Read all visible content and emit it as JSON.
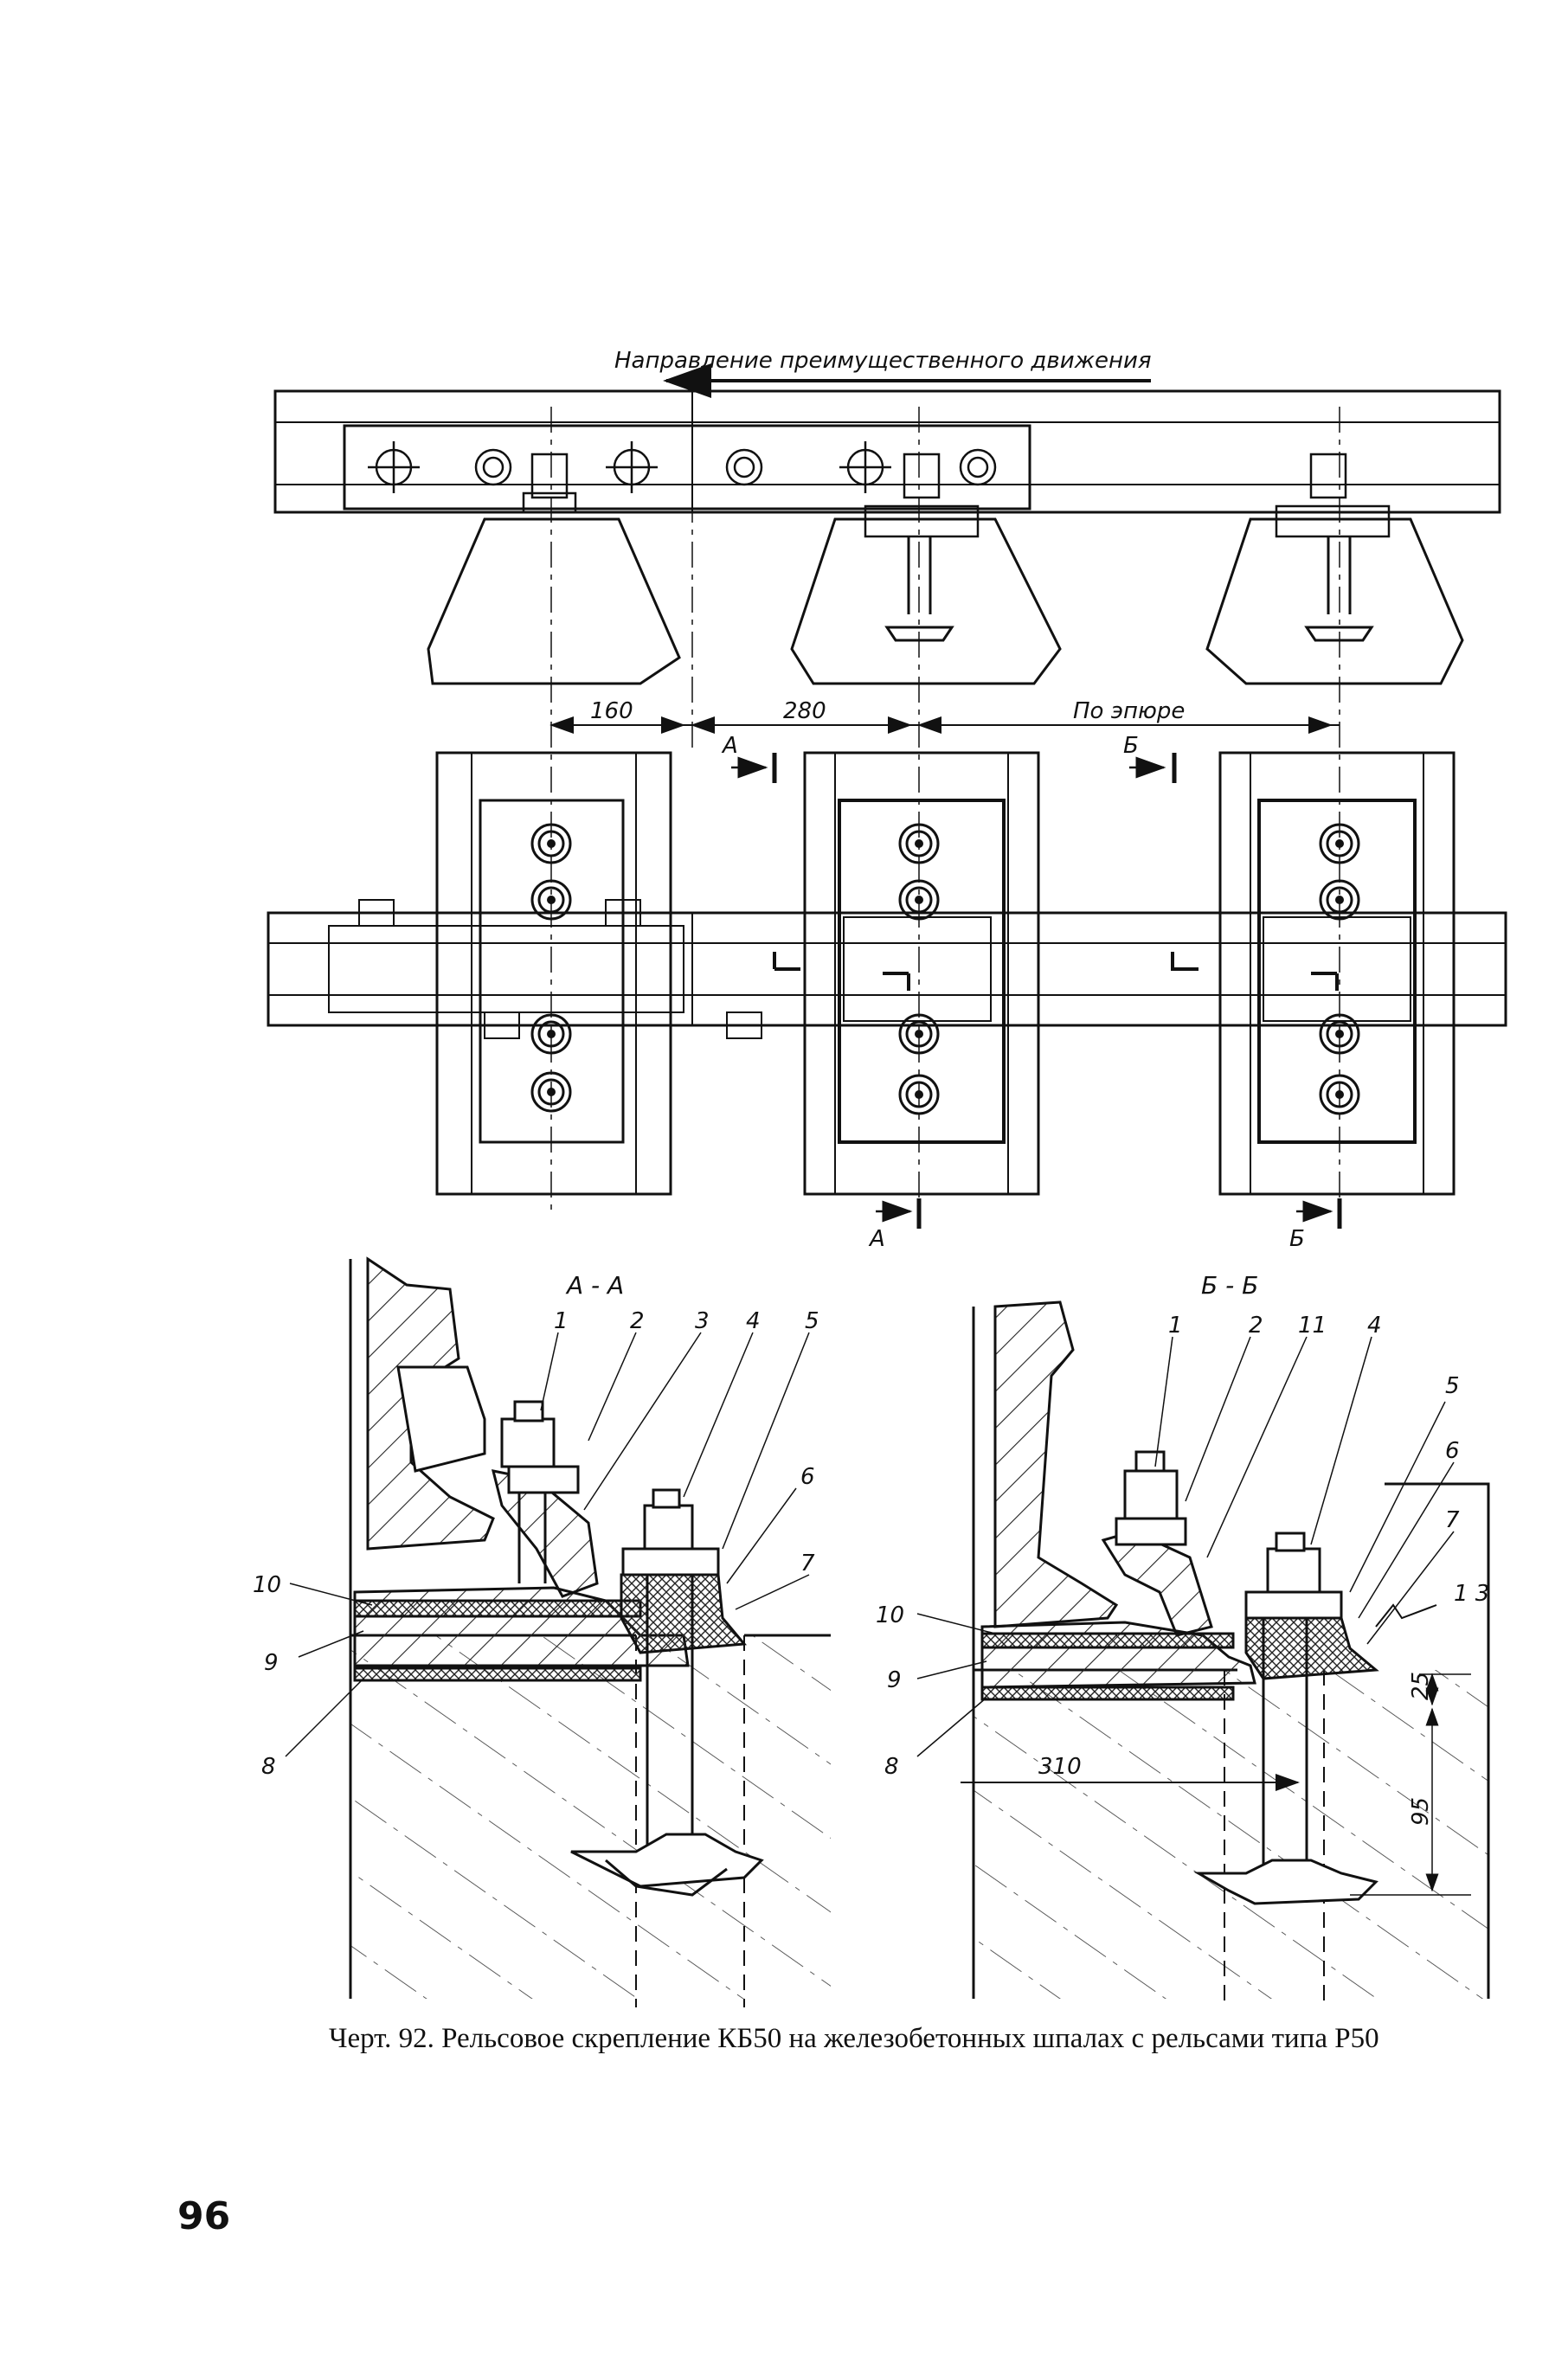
{
  "direction_label": "Направление преимущественного движения",
  "dimensions": {
    "d160": "160",
    "d280": "280",
    "epure": "По эпюре",
    "d310": "310",
    "d25": "25",
    "d95": "95",
    "roughness": "1 3"
  },
  "section_marks": {
    "a": "А",
    "b": "Б",
    "section_aa": "А - А",
    "section_bb": "Б - Б"
  },
  "part_numbers_aa": {
    "p1": "1",
    "p2": "2",
    "p3": "3",
    "p4": "4",
    "p5": "5",
    "p6": "6",
    "p7": "7",
    "p8": "8",
    "p9": "9",
    "p10": "10"
  },
  "part_numbers_bb": {
    "p1": "1",
    "p2": "2",
    "p11": "11",
    "p4": "4",
    "p5": "5",
    "p6": "6",
    "p7": "7",
    "p8": "8",
    "p9": "9",
    "p10": "10"
  },
  "caption": "Черт. 92. Рельсовое скрепление КБ50 на железобетонных шпалах с рельсами типа Р50",
  "page_number": "96"
}
